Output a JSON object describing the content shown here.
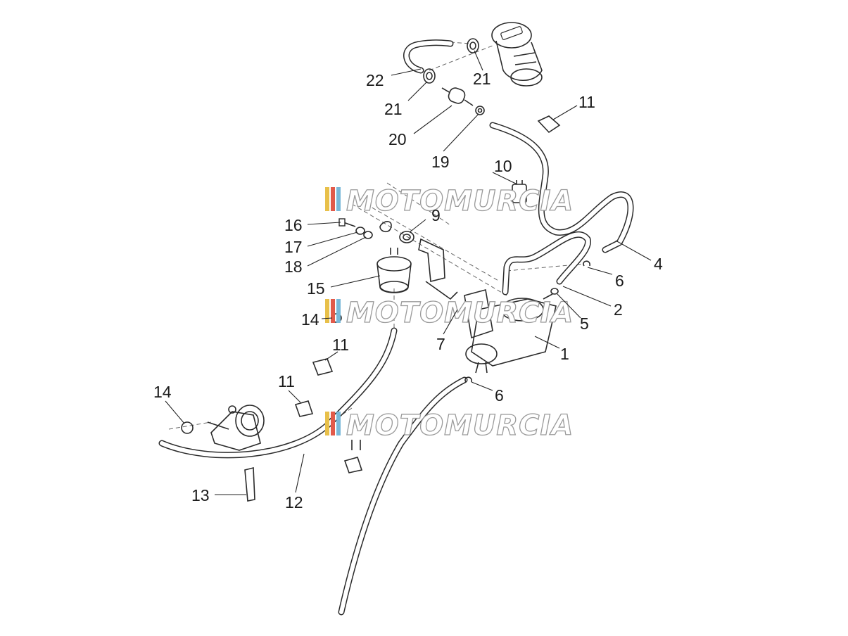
{
  "watermark": {
    "text": "MOTOMURCIA",
    "stripe_colors": [
      "#e8c04a",
      "#e25a4a",
      "#7ab8d8"
    ]
  },
  "callouts": [
    "22",
    "21",
    "21",
    "20",
    "19",
    "11",
    "10",
    "9",
    "16",
    "17",
    "18",
    "15",
    "14",
    "4",
    "6",
    "2",
    "5",
    "7",
    "1",
    "11",
    "11",
    "14",
    "6",
    "13",
    "12"
  ]
}
